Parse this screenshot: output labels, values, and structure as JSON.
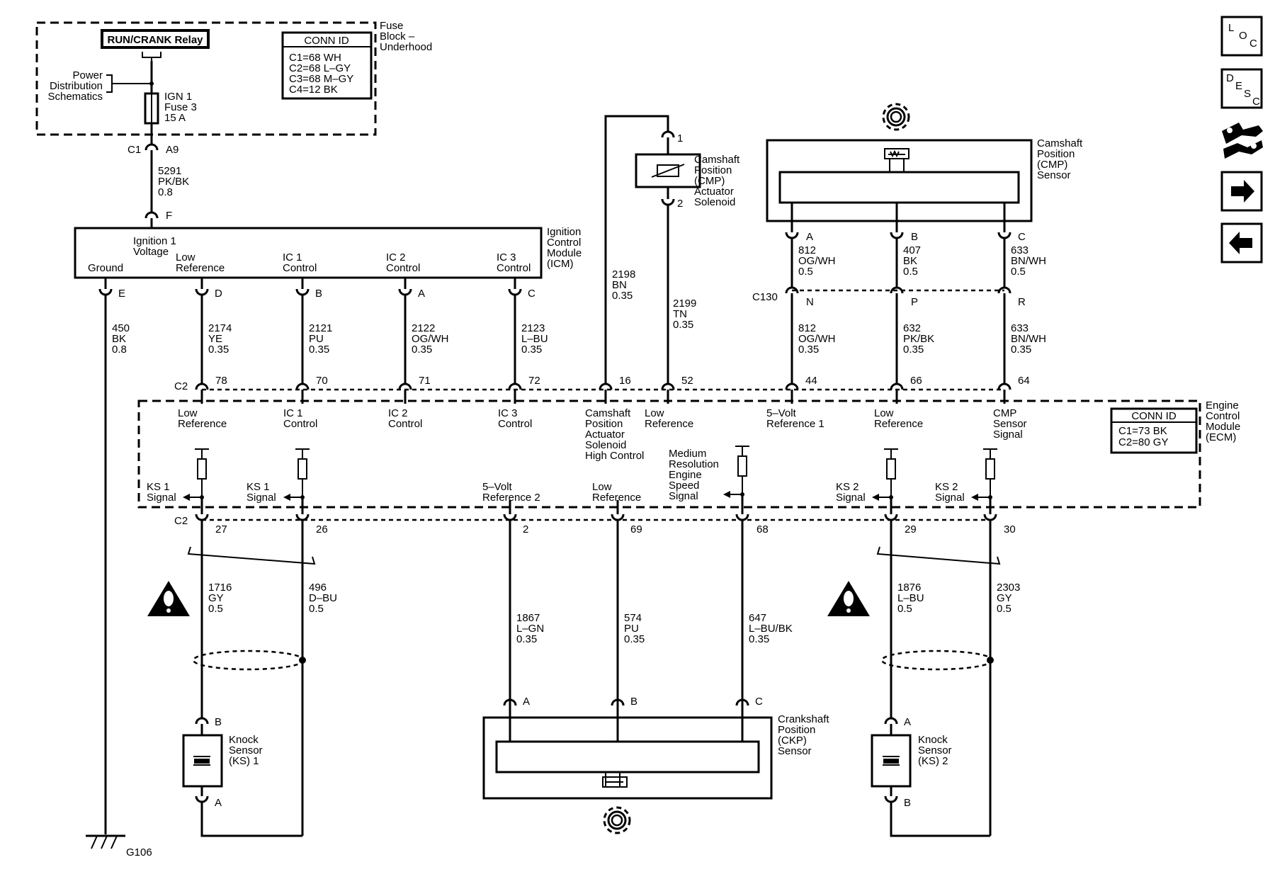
{
  "fuse_block": {
    "relay": "RUN/CRANK Relay",
    "title": [
      "Fuse",
      "Block –",
      "Underhood"
    ],
    "conn_id_title": "CONN ID",
    "conn_ids": [
      "C1=68 WH",
      "C2=68 L–GY",
      "C3=68 M–GY",
      "C4=12 BK"
    ],
    "power_dist": [
      "Power",
      "Distribution",
      "Schematics"
    ],
    "fuse": [
      "IGN 1",
      "Fuse 3",
      "15 A"
    ],
    "c1": "C1",
    "a9": "A9",
    "wire_5291": [
      "5291",
      "PK/BK",
      "0.8"
    ]
  },
  "icm": {
    "title": [
      "Ignition",
      "Control",
      "Module",
      "(ICM)"
    ],
    "pin_f": "F",
    "labels": {
      "ground": "Ground",
      "ign_voltage": [
        "Ignition 1",
        "Voltage"
      ],
      "low_ref": [
        "Low",
        "Reference"
      ],
      "ic1": [
        "IC 1",
        "Control"
      ],
      "ic2": [
        "IC 2",
        "Control"
      ],
      "ic3": [
        "IC 3",
        "Control"
      ]
    },
    "pins": [
      "E",
      "D",
      "B",
      "A",
      "C"
    ]
  },
  "wires_icm": [
    [
      "450",
      "BK",
      "0.8"
    ],
    [
      "2174",
      "YE",
      "0.35"
    ],
    [
      "2121",
      "PU",
      "0.35"
    ],
    [
      "2122",
      "OG/WH",
      "0.35"
    ],
    [
      "2123",
      "L–BU",
      "0.35"
    ]
  ],
  "cmp_actuator": {
    "title": [
      "Camshaft",
      "Position",
      "(CMP)",
      "Actuator",
      "Solenoid"
    ],
    "pin1": "1",
    "pin2": "2",
    "wire_2198": [
      "2198",
      "BN",
      "0.35"
    ],
    "wire_2199": [
      "2199",
      "TN",
      "0.35"
    ]
  },
  "cmp_sensor": {
    "title": [
      "Camshaft",
      "Position",
      "(CMP)",
      "Sensor"
    ],
    "pins": [
      "A",
      "B",
      "C"
    ],
    "wires_top": [
      [
        "812",
        "OG/WH",
        "0.5"
      ],
      [
        "407",
        "BK",
        "0.5"
      ],
      [
        "633",
        "BN/WH",
        "0.5"
      ]
    ],
    "c130": "C130",
    "c130_pins": [
      "N",
      "P",
      "R"
    ],
    "wires_bottom": [
      [
        "812",
        "OG/WH",
        "0.35"
      ],
      [
        "632",
        "PK/BK",
        "0.35"
      ],
      [
        "633",
        "BN/WH",
        "0.35"
      ]
    ]
  },
  "ecm": {
    "title": [
      "Engine",
      "Control",
      "Module",
      "(ECM)"
    ],
    "conn_id_title": "CONN ID",
    "conn_ids": [
      "C1=73 BK",
      "C2=80 GY"
    ],
    "c2_top": "C2",
    "top_pins": [
      "78",
      "70",
      "71",
      "72",
      "16",
      "52",
      "44",
      "66",
      "64"
    ],
    "top_labels": {
      "low_ref1": [
        "Low",
        "Reference"
      ],
      "ic1": [
        "IC 1",
        "Control"
      ],
      "ic2": [
        "IC 2",
        "Control"
      ],
      "ic3": [
        "IC 3",
        "Control"
      ],
      "cam_act": [
        "Camshaft",
        "Position",
        "Actuator",
        "Solenoid",
        "High Control"
      ],
      "low_ref2": [
        "Low",
        "Reference"
      ],
      "five_v1": [
        "5–Volt",
        "Reference 1"
      ],
      "low_ref3": [
        "Low",
        "Reference"
      ],
      "cmp_signal": [
        "CMP",
        "Sensor",
        "Signal"
      ]
    },
    "bottom_labels": {
      "ks1a": [
        "KS 1",
        "Signal"
      ],
      "ks1b": [
        "KS 1",
        "Signal"
      ],
      "five_v2": [
        "5–Volt",
        "Reference 2"
      ],
      "low_ref": [
        "Low",
        "Reference"
      ],
      "med_res": [
        "Medium",
        "Resolution",
        "Engine",
        "Speed",
        "Signal"
      ],
      "ks2a": [
        "KS 2",
        "Signal"
      ],
      "ks2b": [
        "KS 2",
        "Signal"
      ]
    },
    "c2_bottom": "C2",
    "bottom_pins": [
      "27",
      "26",
      "2",
      "69",
      "68",
      "29",
      "30"
    ]
  },
  "wires_bottom": [
    [
      "1716",
      "GY",
      "0.5"
    ],
    [
      "496",
      "D–BU",
      "0.5"
    ],
    [
      "1867",
      "L–GN",
      "0.35"
    ],
    [
      "574",
      "PU",
      "0.35"
    ],
    [
      "647",
      "L–BU/BK",
      "0.35"
    ],
    [
      "1876",
      "L–BU",
      "0.5"
    ],
    [
      "2303",
      "GY",
      "0.5"
    ]
  ],
  "ckp_sensor": {
    "title": [
      "Crankshaft",
      "Position",
      "(CKP)",
      "Sensor"
    ],
    "pins": [
      "A",
      "B",
      "C"
    ]
  },
  "knock1": {
    "title": [
      "Knock",
      "Sensor",
      "(KS) 1"
    ],
    "pin_top": "B",
    "pin_bottom": "A"
  },
  "knock2": {
    "title": [
      "Knock",
      "Sensor",
      "(KS) 2"
    ],
    "pin_top": "A",
    "pin_bottom": "B"
  },
  "ground": "G106",
  "nav": {
    "loc": [
      "L",
      "O",
      "C"
    ],
    "desc": [
      "D",
      "E",
      "S",
      "C"
    ]
  }
}
